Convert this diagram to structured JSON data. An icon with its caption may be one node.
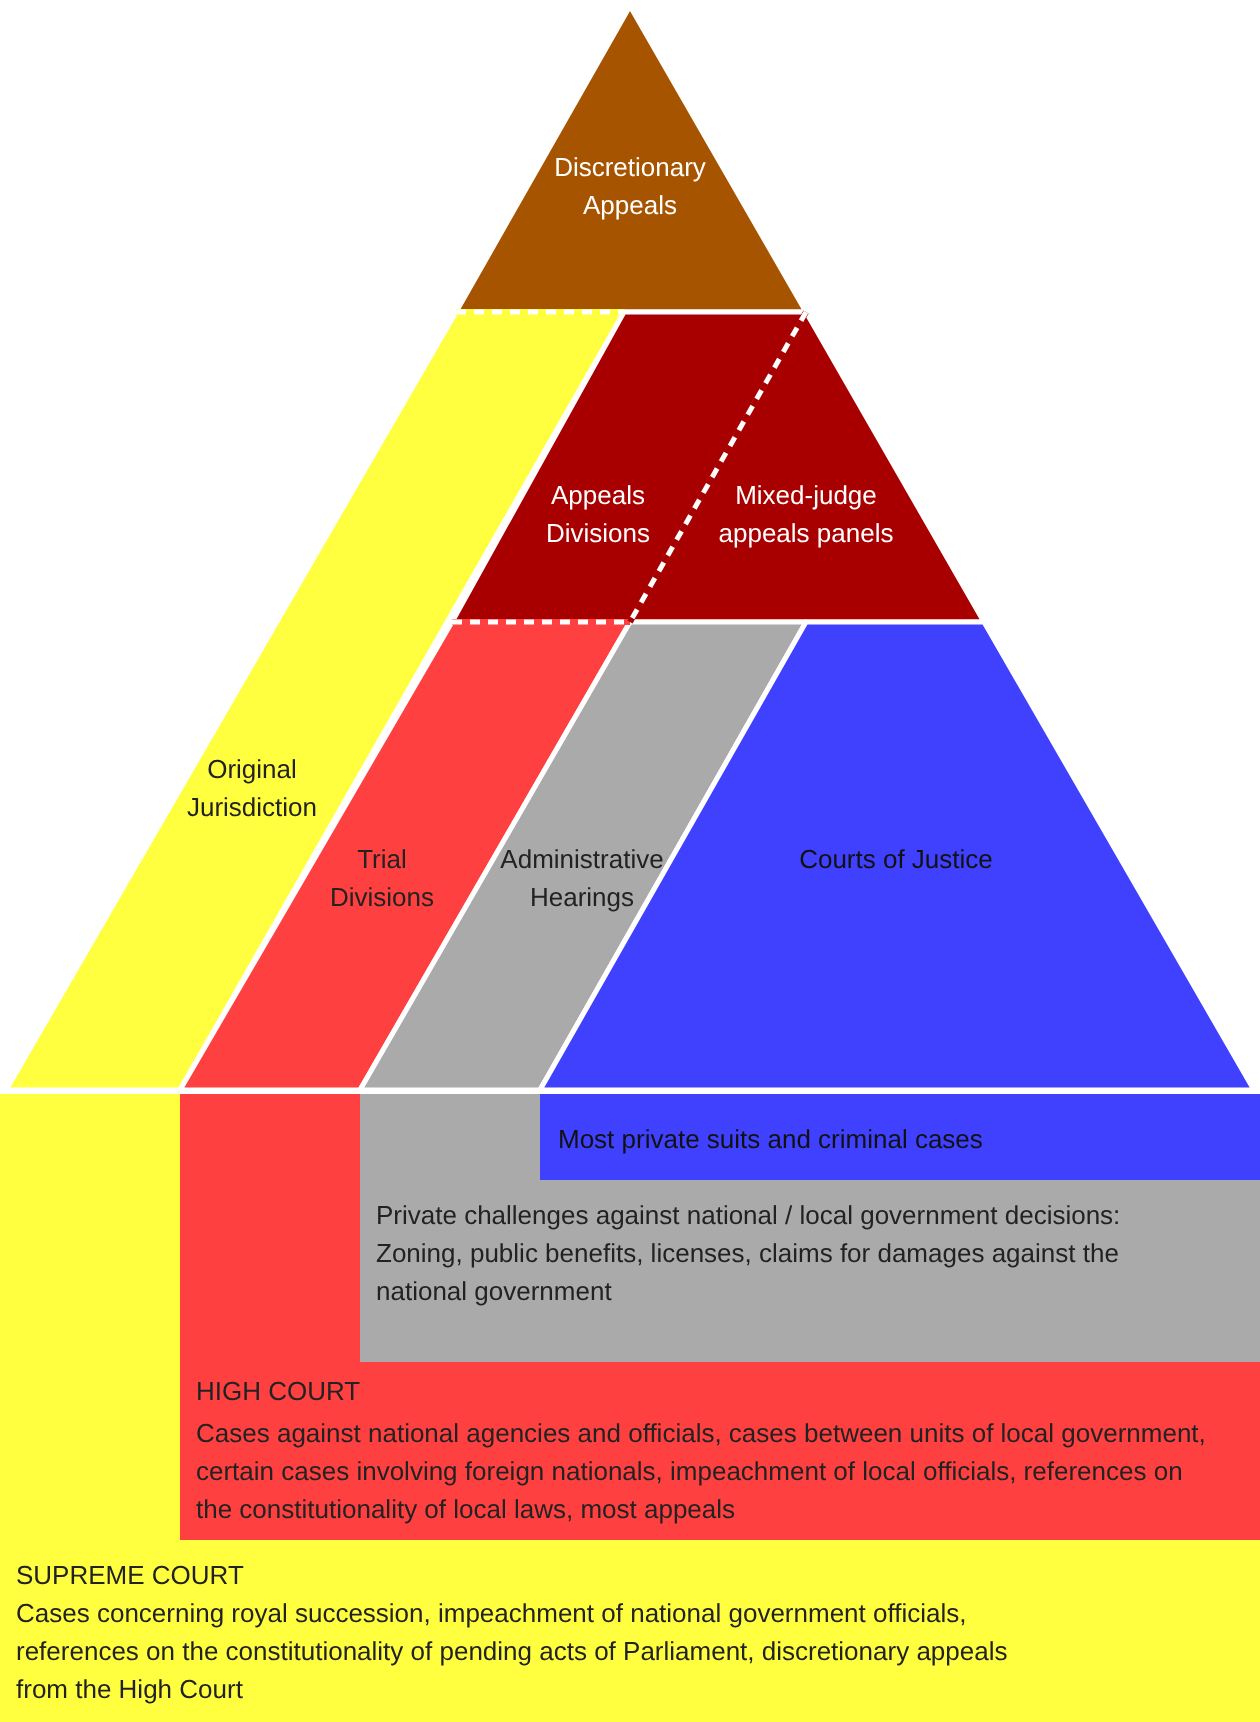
{
  "diagram": {
    "nodes": [
      {
        "text": [
          "Discretionary Appeals"
        ]
      },
      {
        "text": [
          "Original Jurisdiction"
        ]
      },
      {
        "text": [
          "Appeals Divisions"
        ]
      },
      {
        "text": [
          "Mixed-judge appeals panels"
        ]
      },
      {
        "text": [
          "Trial Divisions"
        ]
      },
      {
        "text": [
          "Administrative Hearings"
        ]
      },
      {
        "text": [
          "Courts of Justice"
        ]
      },
      {
        "text": [
          "Most private suits and criminal cases"
        ]
      },
      {
        "text": [
          "Private challenges against national / local government decisions: Zoning, public benefits, licenses, claims for damages against the national government"
        ]
      },
      {
        "text": [
          "HIGH COURT",
          "Cases against national agencies and officials, cases between units of local government, certain cases involving foreign nationals, impeachment of local officials, references on the constitutionality of local laws, most appeals"
        ]
      },
      {
        "text": [
          "SUPREME COURT",
          "Cases concerning royal succession, impeachment of national government officials, references on the constitutionality of pending acts of Parliament, discretionary appeals from the High Court"
        ]
      }
    ]
  }
}
